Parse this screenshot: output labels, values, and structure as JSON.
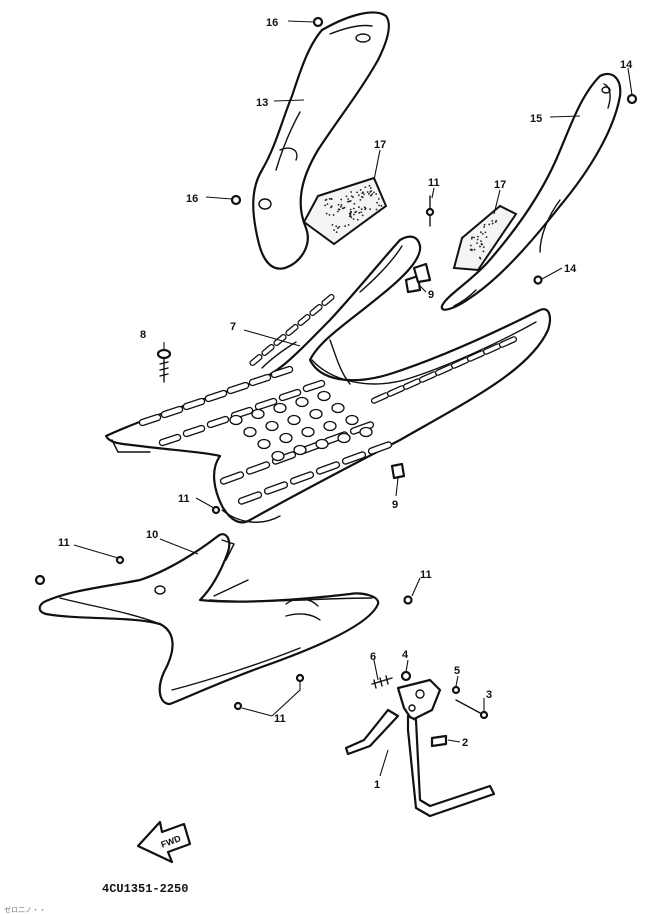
{
  "callouts": [
    {
      "id": "c16a",
      "label": "16"
    },
    {
      "id": "c13",
      "label": "13"
    },
    {
      "id": "c16b",
      "label": "16"
    },
    {
      "id": "c17a",
      "label": "17"
    },
    {
      "id": "c14a",
      "label": "14"
    },
    {
      "id": "c15",
      "label": "15"
    },
    {
      "id": "c11a",
      "label": "11"
    },
    {
      "id": "c17b",
      "label": "17"
    },
    {
      "id": "c9a",
      "label": "9"
    },
    {
      "id": "c14b",
      "label": "14"
    },
    {
      "id": "c8",
      "label": "8"
    },
    {
      "id": "c7",
      "label": "7"
    },
    {
      "id": "c9b",
      "label": "9"
    },
    {
      "id": "c11b",
      "label": "11"
    },
    {
      "id": "c10",
      "label": "10"
    },
    {
      "id": "c11c",
      "label": "11"
    },
    {
      "id": "c11d",
      "label": "11"
    },
    {
      "id": "c6",
      "label": "6"
    },
    {
      "id": "c4",
      "label": "4"
    },
    {
      "id": "c5",
      "label": "5"
    },
    {
      "id": "c3",
      "label": "3"
    },
    {
      "id": "c11e",
      "label": "11"
    },
    {
      "id": "c2",
      "label": "2"
    },
    {
      "id": "c1",
      "label": "1"
    }
  ],
  "fwd_label": "FWD",
  "diagram_code": "4CU1351-2250",
  "corner_mark": "ゼロ二ノ・・"
}
